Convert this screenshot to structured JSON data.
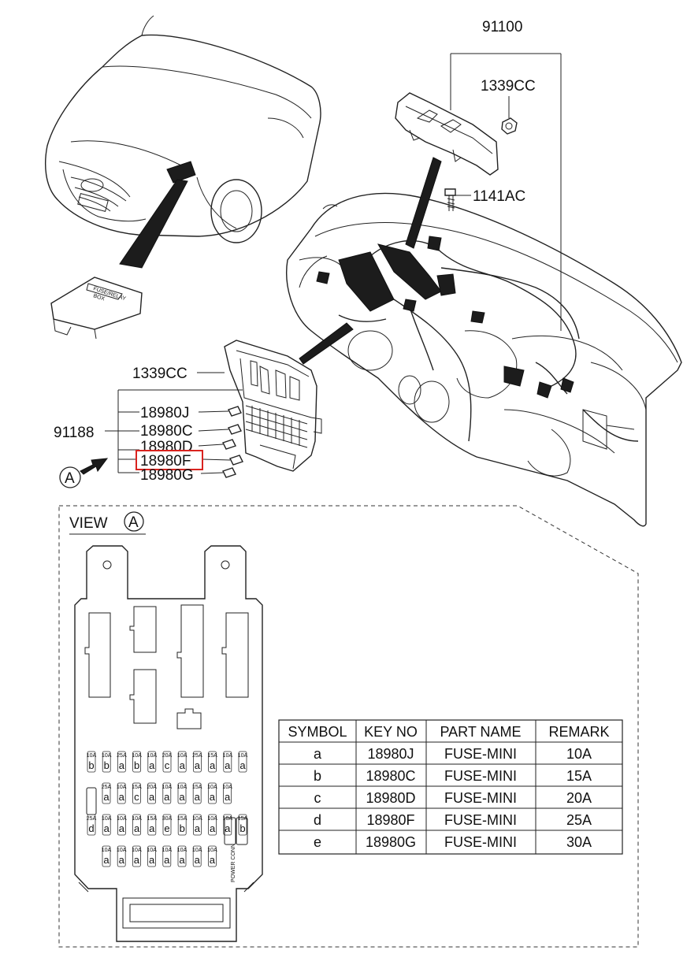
{
  "callouts": {
    "harness_main": "91100",
    "nut": "1339CC",
    "bolt": "1141AC",
    "junction_nut": "1339CC",
    "junction_box": "91188",
    "fuse_j": "18980J",
    "fuse_c": "18980C",
    "fuse_d": "18980D",
    "fuse_f": "18980F",
    "fuse_g": "18980G",
    "view_marker": "A"
  },
  "highlight_color": "#d9231f",
  "view": {
    "prefix": "VIEW",
    "marker": "A"
  },
  "fuse_table": {
    "headers": [
      "SYMBOL",
      "KEY NO",
      "PART NAME",
      "REMARK"
    ],
    "rows": [
      [
        "a",
        "18980J",
        "FUSE-MINI",
        "10A"
      ],
      [
        "b",
        "18980C",
        "FUSE-MINI",
        "15A"
      ],
      [
        "c",
        "18980D",
        "FUSE-MINI",
        "20A"
      ],
      [
        "d",
        "18980F",
        "FUSE-MINI",
        "25A"
      ],
      [
        "e",
        "18980G",
        "FUSE-MINI",
        "30A"
      ]
    ]
  },
  "fuse_panel": {
    "row1": [
      "b",
      "b",
      "a",
      "b",
      "a",
      "c",
      "a",
      "a",
      "a",
      "a",
      "a"
    ],
    "row2": [
      "a",
      "a",
      "c",
      "a",
      "a",
      "a",
      "a",
      "a",
      "a"
    ],
    "row3": [
      "d",
      "a",
      "a",
      "a",
      "a",
      "e",
      "b",
      "a",
      "a",
      "a",
      "b"
    ],
    "row4": [
      "a",
      "a",
      "a",
      "a",
      "a",
      "a",
      "a",
      "a"
    ],
    "row1_ratings": [
      "10A",
      "10A",
      "25A",
      "10A",
      "10A",
      "20A",
      "10A",
      "25A",
      "15A",
      "10A",
      "10A"
    ],
    "row2_ratings": [
      "25A",
      "10A",
      "15A",
      "20A",
      "10A",
      "10A",
      "15A",
      "10A",
      "10A"
    ],
    "row3_ratings": [
      "25A",
      "10A",
      "10A",
      "10A",
      "15A",
      "30A",
      "15A",
      "10A",
      "10A",
      "10A",
      "15A"
    ],
    "row4_ratings": [
      "10A",
      "10A",
      "10A",
      "10A",
      "10A",
      "10A",
      "10A",
      "10A"
    ],
    "side_label": "POWER CONN"
  }
}
